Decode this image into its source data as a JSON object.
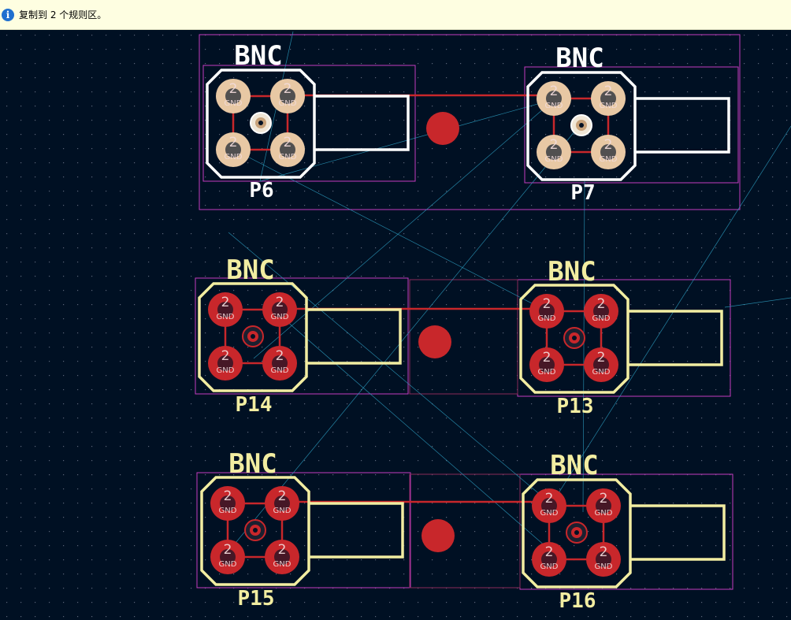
{
  "infobar": {
    "icon": "info-icon",
    "message": "复制到 2 个规则区。"
  },
  "colors": {
    "background": "#001023",
    "grid": "#5a6478",
    "rule_area": "#c53bbf",
    "pad_copper": "#c8272b",
    "pad_selected": "#e8c8a4",
    "silk_normal": "#f2eda1",
    "silk_selected": "#ffffff",
    "track": "#c8272b",
    "ratsnest": "#2fa3c6"
  },
  "footprints": [
    {
      "id": "P6",
      "ref": "P6",
      "value": "BNC",
      "selected": true,
      "pad_number": "2",
      "pad_net": "GND"
    },
    {
      "id": "P7",
      "ref": "P7",
      "value": "BNC",
      "selected": true,
      "pad_number": "2",
      "pad_net": "GND"
    },
    {
      "id": "P14",
      "ref": "P14",
      "value": "BNC",
      "selected": false,
      "pad_number": "2",
      "pad_net": "GND"
    },
    {
      "id": "P13",
      "ref": "P13",
      "value": "BNC",
      "selected": false,
      "pad_number": "2",
      "pad_net": "GND"
    },
    {
      "id": "P15",
      "ref": "P15",
      "value": "BNC",
      "selected": false,
      "pad_number": "2",
      "pad_net": "GND"
    },
    {
      "id": "P16",
      "ref": "P16",
      "value": "BNC",
      "selected": false,
      "pad_number": "2",
      "pad_net": "GND"
    }
  ]
}
